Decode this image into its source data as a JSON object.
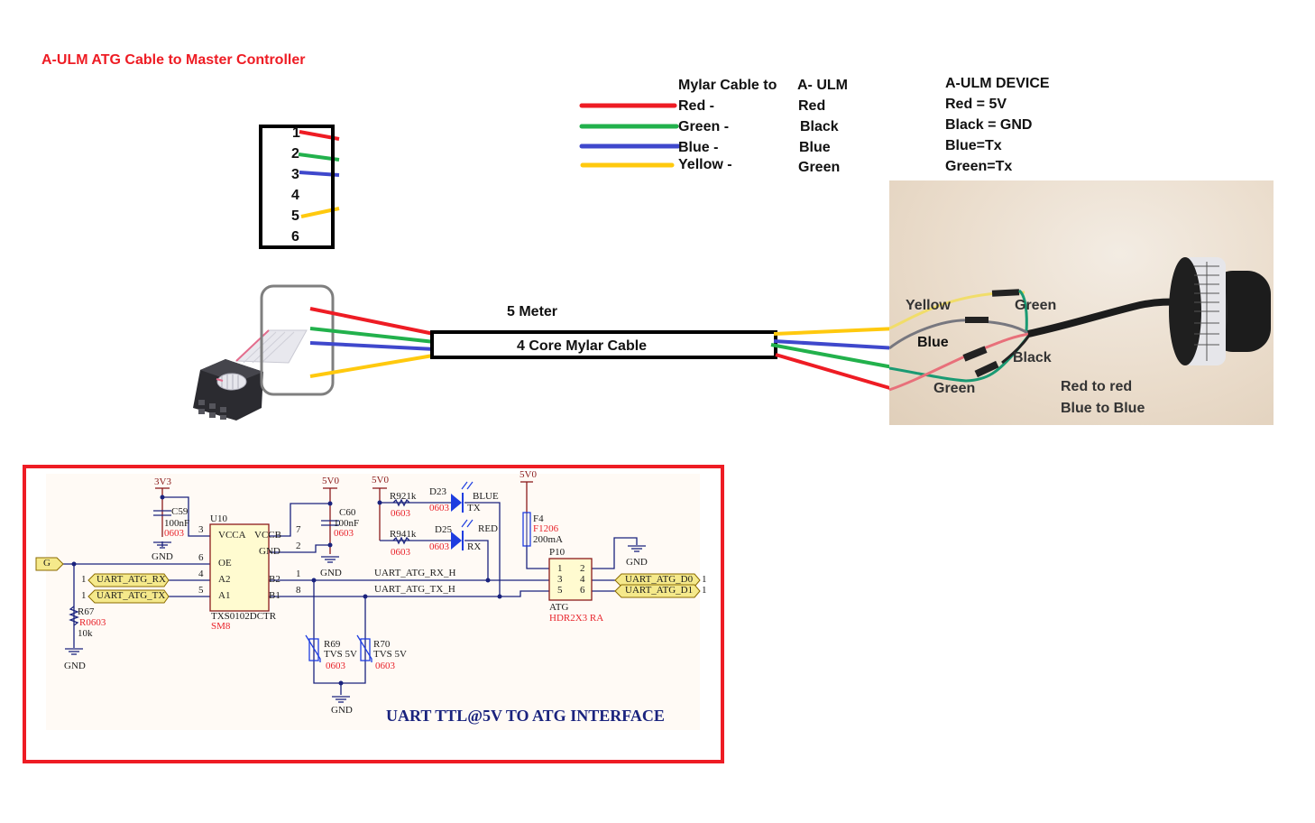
{
  "title": "A-ULM ATG Cable to Master Controller",
  "colors": {
    "title": "#ee1c24",
    "wire_red": "#ee1c24",
    "wire_green": "#22b14c",
    "wire_blue": "#3f48cc",
    "wire_yellow": "#ffc90e",
    "schematic_frame": "#ee1c24",
    "schematic_wire": "#1a237e",
    "schematic_power": "#8b1b1b",
    "schematic_part": "#fffbd0"
  },
  "mapping_legend": {
    "header_left": "Mylar Cable  to",
    "header_right": "A- ULM",
    "rows": [
      {
        "color": "red",
        "cable": "Red -",
        "ulm": "Red"
      },
      {
        "color": "green",
        "cable": "Green -",
        "ulm": "Black"
      },
      {
        "color": "blue",
        "cable": "Blue  -",
        "ulm": "Blue"
      },
      {
        "color": "yellow",
        "cable": "Yellow   -",
        "ulm": "Green"
      }
    ]
  },
  "device_info": {
    "header": "A-ULM DEVICE",
    "lines": [
      "Red = 5V",
      "Black = GND",
      "Blue=Tx",
      "Green=Tx"
    ]
  },
  "pin_header": {
    "pins": [
      "1",
      "2",
      "3",
      "4",
      "5",
      "6"
    ],
    "wired": [
      {
        "pin": "1",
        "color": "red"
      },
      {
        "pin": "2",
        "color": "green"
      },
      {
        "pin": "3",
        "color": "blue"
      },
      {
        "pin": "5",
        "color": "yellow"
      }
    ]
  },
  "cable": {
    "length_label": "5 Meter",
    "type_label": "4 Core Mylar Cable"
  },
  "photo": {
    "labels": {
      "yellow": "Yellow",
      "green_top": "Green",
      "blue": "Blue",
      "black": "Black",
      "green_bottom": "Green",
      "note1": "Red to red",
      "note2": "Blue to Blue"
    }
  },
  "schematic": {
    "title": "UART TTL@5V TO ATG INTERFACE",
    "power": {
      "v3v3": "3V3",
      "v5v0_a": "5V0",
      "v5v0_b": "5V0",
      "v5v0_c": "5V0"
    },
    "gnd": "GND",
    "c59": {
      "ref": "C59",
      "value": "100nF",
      "pkg": "0603"
    },
    "c60": {
      "ref": "C60",
      "value": "100nF",
      "pkg": "0603"
    },
    "r67": {
      "ref": "R67",
      "pkg": "R0603",
      "value": "10k"
    },
    "u10": {
      "ref": "U10",
      "part": "TXS0102DCTR",
      "pkg": "SM8",
      "pins_left": [
        {
          "num": "3",
          "name": "VCCA"
        },
        {
          "num": "6",
          "name": "OE"
        },
        {
          "num": "4",
          "name": "A2"
        },
        {
          "num": "5",
          "name": "A1"
        }
      ],
      "pins_right": [
        {
          "num": "7",
          "name": "VCCB"
        },
        {
          "num": "2",
          "name": "GND"
        },
        {
          "num": "1",
          "name": "B2"
        },
        {
          "num": "8",
          "name": "B1"
        }
      ]
    },
    "port_g": "G",
    "port_rx": {
      "label": "UART_ATG_RX",
      "num": "1"
    },
    "port_tx": {
      "label": "UART_ATG_TX",
      "num": "1"
    },
    "net_rx_h": "UART_ATG_RX_H",
    "net_tx_h": "UART_ATG_TX_H",
    "r92": {
      "ref": "R921k",
      "pkg": "0603"
    },
    "r94": {
      "ref": "R941k",
      "pkg": "0603"
    },
    "d23": {
      "ref": "D23",
      "pkg": "0603",
      "color": "BLUE",
      "signal": "TX"
    },
    "d25": {
      "ref": "D25",
      "pkg": "0603",
      "color": "RED",
      "signal": "RX"
    },
    "f4": {
      "ref": "F4",
      "pkg": "F1206",
      "value": "200mA"
    },
    "p10": {
      "ref": "P10",
      "name": "ATG",
      "part": "HDR2X3 RA",
      "pins": [
        "1",
        "2",
        "3",
        "4",
        "5",
        "6"
      ]
    },
    "port_d0": {
      "label": "UART_ATG_D0",
      "num": "1"
    },
    "port_d1": {
      "label": "UART_ATG_D1",
      "num": "1"
    },
    "r69": {
      "ref": "R69",
      "value": "TVS 5V",
      "pkg": "0603"
    },
    "r70": {
      "ref": "R70",
      "value": "TVS 5V",
      "pkg": "0603"
    }
  }
}
